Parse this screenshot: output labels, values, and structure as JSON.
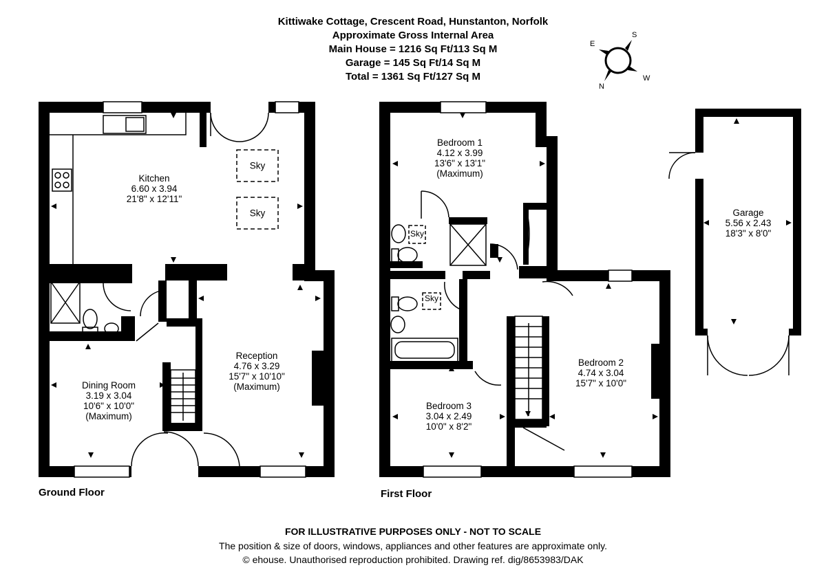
{
  "header": {
    "line1": "Kittiwake Cottage, Crescent Road, Hunstanton, Norfolk",
    "line2": "Approximate Gross Internal Area",
    "line3": "Main House = 1216 Sq Ft/113 Sq M",
    "line4": "Garage = 145 Sq Ft/14 Sq M",
    "line5": "Total = 1361 Sq Ft/127 Sq M"
  },
  "compass": {
    "e": "E",
    "s": "S",
    "n": "N",
    "w": "W"
  },
  "floors": {
    "ground": "Ground Floor",
    "first": "First Floor"
  },
  "rooms": {
    "kitchen": {
      "name": "Kitchen",
      "metric": "6.60 x 3.94",
      "imperial": "21'8\" x 12'11\""
    },
    "reception": {
      "name": "Reception",
      "metric": "4.76 x 3.29",
      "imperial": "15'7\" x 10'10\"",
      "note": "(Maximum)"
    },
    "dining": {
      "name": "Dining Room",
      "metric": "3.19 x 3.04",
      "imperial": "10'6\" x 10'0\"",
      "note": "(Maximum)"
    },
    "bedroom1": {
      "name": "Bedroom 1",
      "metric": "4.12 x 3.99",
      "imperial": "13'6\" x 13'1\"",
      "note": "(Maximum)"
    },
    "bedroom2": {
      "name": "Bedroom 2",
      "metric": "4.74 x 3.04",
      "imperial": "15'7\" x 10'0\""
    },
    "bedroom3": {
      "name": "Bedroom 3",
      "metric": "3.04 x 2.49",
      "imperial": "10'0\" x 8'2\""
    },
    "garage": {
      "name": "Garage",
      "metric": "5.56 x 2.43",
      "imperial": "18'3\" x 8'0\""
    }
  },
  "sky_label": "Sky",
  "footer": {
    "disclaimer": "FOR ILLUSTRATIVE PURPOSES ONLY - NOT TO SCALE",
    "note": "The position & size of doors, windows, appliances and other features are approximate only.",
    "copyright": "© ehouse. Unauthorised reproduction prohibited. Drawing ref. dig/8653983/DAK"
  },
  "colors": {
    "wall": "#000000",
    "background": "#ffffff"
  }
}
